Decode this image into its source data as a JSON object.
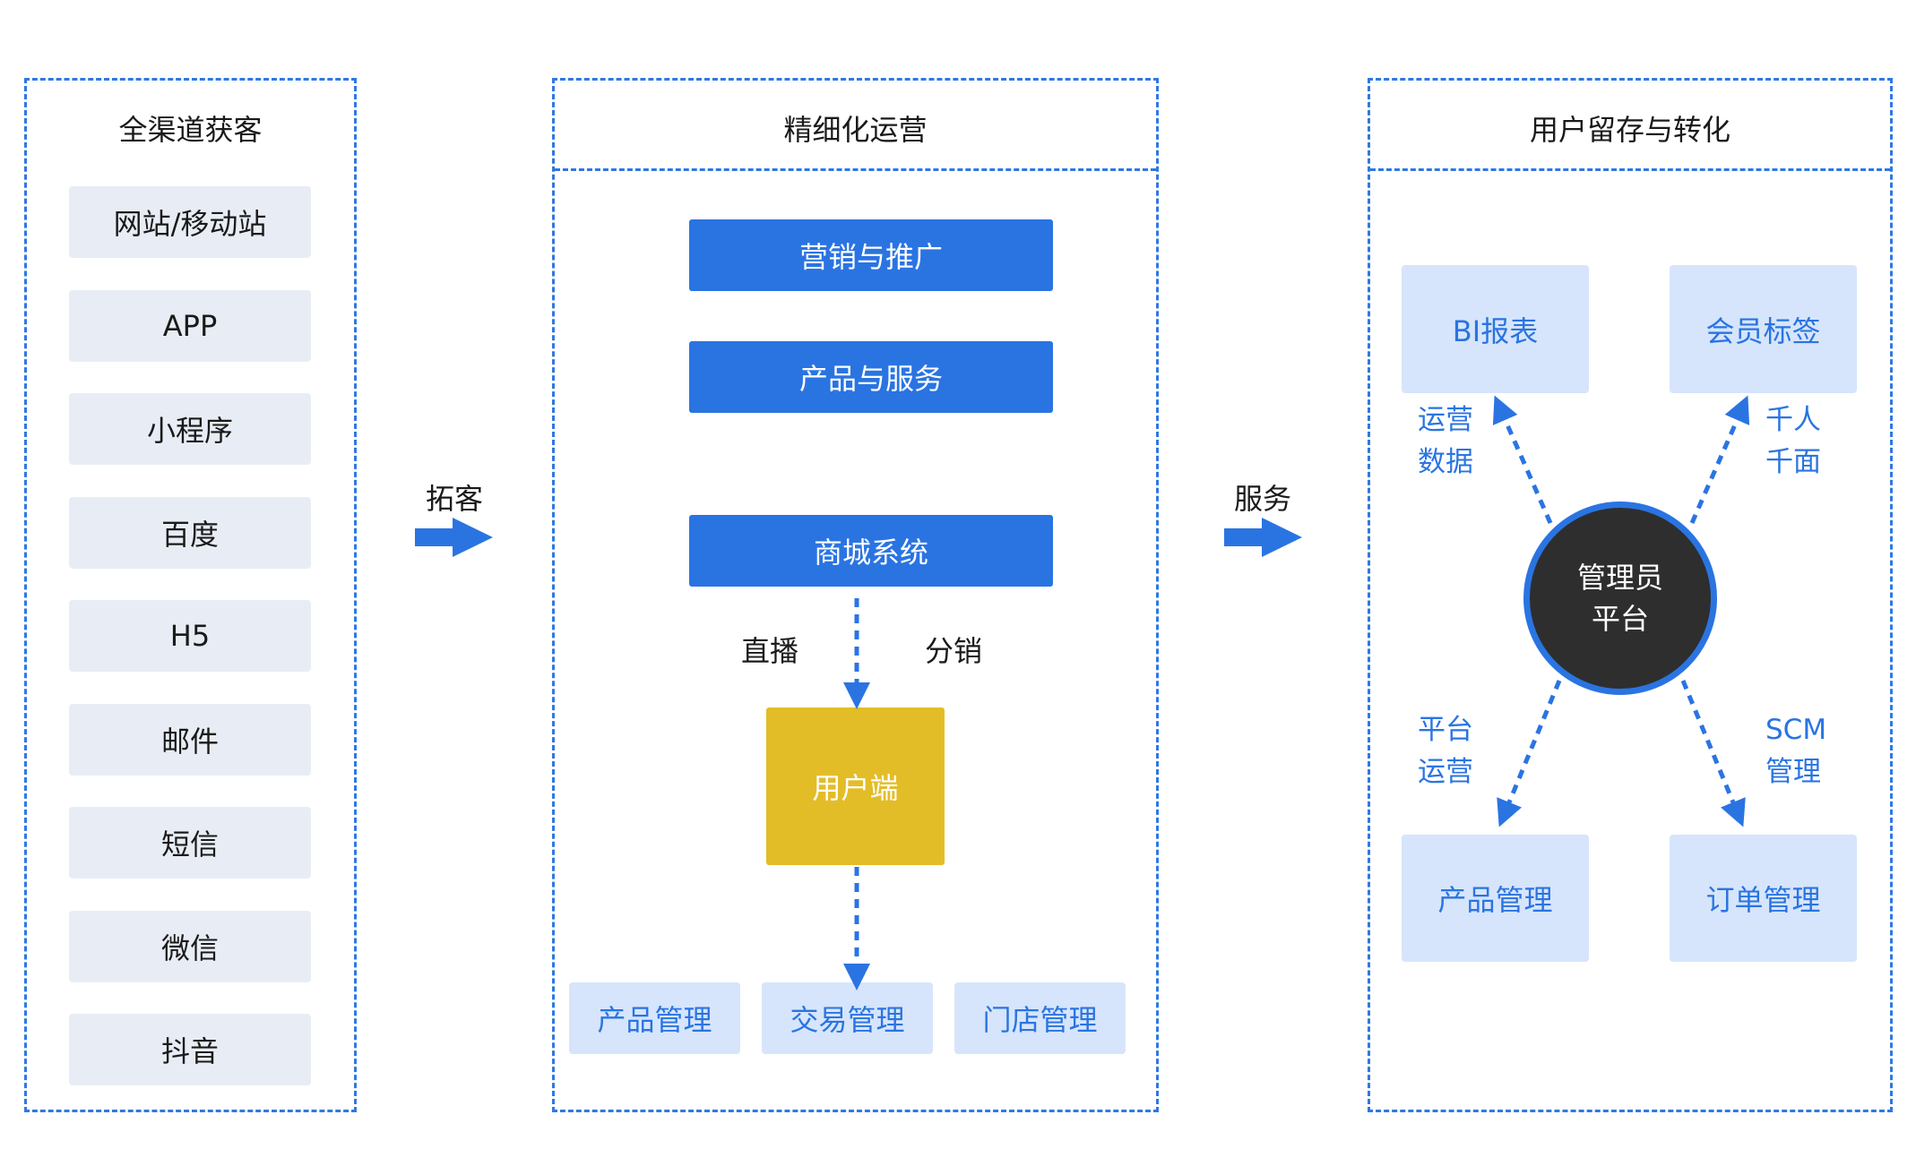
{
  "panels": {
    "acquire": {
      "title": "全渠道获客",
      "items": [
        "网站/移动站",
        "APP",
        "小程序",
        "百度",
        "H5",
        "邮件",
        "短信",
        "微信",
        "抖音"
      ]
    },
    "operate": {
      "title": "精细化运营",
      "bars": [
        "营销与推广",
        "产品与服务",
        "商城系统"
      ],
      "edge_left": "直播",
      "edge_right": "分销",
      "user_end": "用户端",
      "bottom": [
        "产品管理",
        "交易管理",
        "门店管理"
      ]
    },
    "retain": {
      "title": "用户留存与转化",
      "top_left": "BI报表",
      "top_right": "会员标签",
      "bottom_left": "产品管理",
      "bottom_right": "订单管理",
      "center": [
        "管理员",
        "平台"
      ],
      "label_tl": [
        "运营",
        "数据"
      ],
      "label_tr": [
        "千人",
        "千面"
      ],
      "label_bl": [
        "平台",
        "运营"
      ],
      "label_br": [
        "SCM",
        "管理"
      ]
    }
  },
  "flow": {
    "arrow1_label": "拓客",
    "arrow2_label": "服务"
  },
  "colors": {
    "accent": "#2a74e2",
    "chip_bg": "#e8edf5",
    "light_box": "#d6e5fb",
    "user_end": "#e3bd28",
    "admin_circle": "#2e2e2e"
  }
}
